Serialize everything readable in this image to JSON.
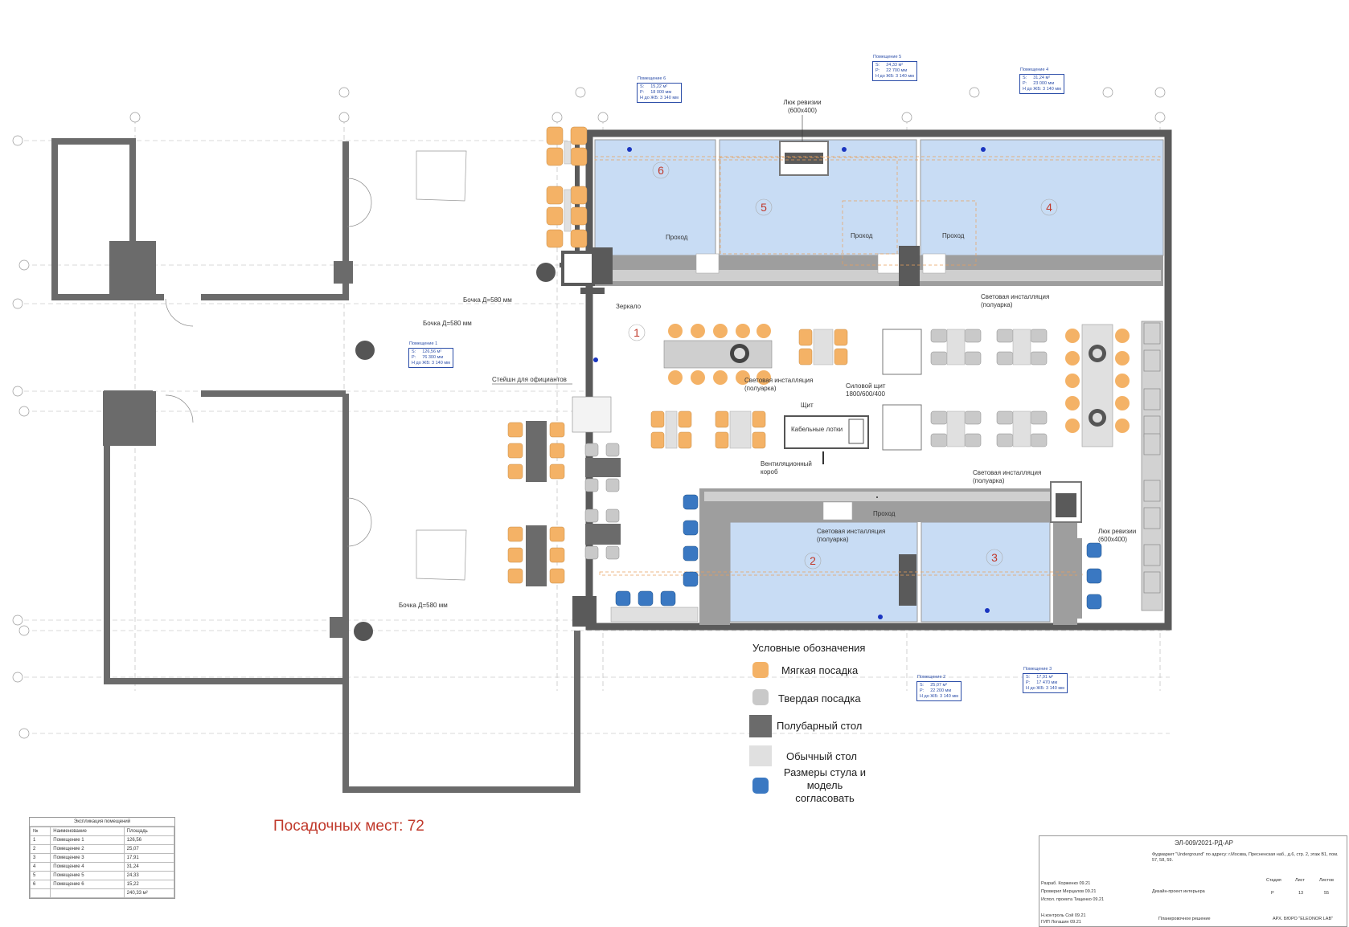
{
  "rooms": {
    "r1": {
      "num": "1",
      "tag_title": "Помещение 1",
      "S": "126,56 м²",
      "P": "76 300 мм",
      "H": "Н до ЖБ: 3 140 мм"
    },
    "r2": {
      "num": "2",
      "tag_title": "Помещение 2",
      "S": "25,07 м²",
      "P": "22 200 мм",
      "H": "Н до ЖБ: 3 140 мм"
    },
    "r3": {
      "num": "3",
      "tag_title": "Помещение 3",
      "S": "17,91 м²",
      "P": "17 470 мм",
      "H": "Н до ЖБ: 3 140 мм"
    },
    "r4": {
      "num": "4",
      "tag_title": "Помещение 4",
      "S": "31,24 м²",
      "P": "23 000 мм",
      "H": "Н до ЖБ: 3 140 мм"
    },
    "r5": {
      "num": "5",
      "tag_title": "Помещение 5",
      "S": "24,33 м²",
      "P": "22 700 мм",
      "H": "Н до ЖБ: 3 140 мм"
    },
    "r6": {
      "num": "6",
      "tag_title": "Помещение 6",
      "S": "15,22 м²",
      "P": "18 000 мм",
      "H": "Н до ЖБ: 3 140 мм"
    }
  },
  "tag_keys": {
    "s": "S:",
    "p": "P:"
  },
  "labels": {
    "luk_top": "Люк ревизии",
    "luk_top_size": "(600х400)",
    "luk_right": "Люк ревизии",
    "luk_right_size": "(600х400)",
    "prohod1": "Проход",
    "prohod2": "Проход",
    "prohod3": "Проход",
    "prohod4": "Проход",
    "zerkalo": "Зеркало",
    "bochka1": "Бочка Д=580 мм",
    "bochka2": "Бочка Д=580 мм",
    "bochka3": "Бочка Д=580 мм",
    "steishn": "Стейшн для официантов",
    "svet1": "Световая инсталляция",
    "svet1b": "(полуарка)",
    "svet2": "Световая инсталляция",
    "svet2b": "(полуарка)",
    "svet3": "Световая инсталляция",
    "svet3b": "(полуарка)",
    "svet4": "Световая инсталляция",
    "svet4b": "(полуарка)",
    "silovoy": "Силовой щит",
    "silovoy_size": "1800/600/400",
    "shit": "Щит",
    "kabel": "Кабельные лотки",
    "vent": "Вентиляционный",
    "vent2": "короб"
  },
  "legend": {
    "title": "Условные обозначения",
    "soft": "Мягкая посадка",
    "hard": "Твердая посадка",
    "halfbar": "Полубарный стол",
    "regular": "Обычный стол",
    "agree1": "Размеры стула и",
    "agree2": "модель",
    "agree3": "согласовать",
    "colors": {
      "soft": "#f4b266",
      "hard": "#c9c9c9",
      "halfbar": "#6b6b6b",
      "regular": "#e0e0e0",
      "agree": "#3a78c2"
    }
  },
  "seats_total": "Посадочных мест: 72",
  "explication": {
    "title": "Экспликация помещений",
    "headers": [
      "№",
      "Наименование",
      "Площадь"
    ],
    "rows": [
      [
        "1",
        "Помещение 1",
        "126,56"
      ],
      [
        "2",
        "Помещение 2",
        "25,07"
      ],
      [
        "3",
        "Помещение 3",
        "17,91"
      ],
      [
        "4",
        "Помещение 4",
        "31,24"
      ],
      [
        "5",
        "Помещение 5",
        "24,33"
      ],
      [
        "6",
        "Помещение 6",
        "15,22"
      ]
    ],
    "total": "240,33 м²"
  },
  "stamp": {
    "code": "ЭЛ-009/2021-РД-АР",
    "address": "Фудмаркет \"Underground\" по адресу: г.Москва, Пресненская наб., д.6, стр. 2, этаж В1, пом. 57, 58, 59.",
    "description": "Дизайн-проект интерьера",
    "plan_title": "Планировочное решение",
    "bureau": "АРХ. БЮРО \"ELEONOR LAB\"",
    "stage_h": "Стадия",
    "sheet_h": "Лист",
    "sheets_h": "Листов",
    "stage": "Р",
    "sheet": "13",
    "sheets": "55",
    "people": [
      [
        "Разраб.",
        "Корженко",
        "09.21"
      ],
      [
        "Проверил",
        "Мерцалов",
        "09.21"
      ],
      [
        "Испол. проекта",
        "Тищенко",
        "09.21"
      ],
      [
        "Н.контроль",
        "Сой",
        "09.21"
      ],
      [
        "ГИП",
        "Логашин",
        "09.21"
      ]
    ]
  }
}
